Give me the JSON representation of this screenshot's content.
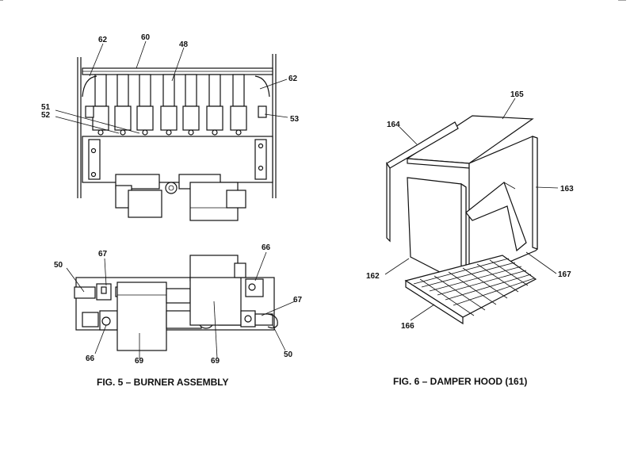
{
  "fig5": {
    "caption": "FIG. 5 – BURNER ASSEMBLY",
    "labels": {
      "l62a": "62",
      "l60": "60",
      "l48": "48",
      "l62b": "62",
      "l51": "51",
      "l52": "52",
      "l53": "53",
      "l50a": "50",
      "l67a": "67",
      "l66a": "66",
      "l67b": "67",
      "l66b": "66",
      "l69a": "69",
      "l69b": "69",
      "l50b": "50"
    }
  },
  "fig6": {
    "caption": "FIG. 6 – DAMPER HOOD (161)",
    "labels": {
      "l165": "165",
      "l164": "164",
      "l163": "163",
      "l162": "162",
      "l167": "167",
      "l166": "166"
    }
  }
}
